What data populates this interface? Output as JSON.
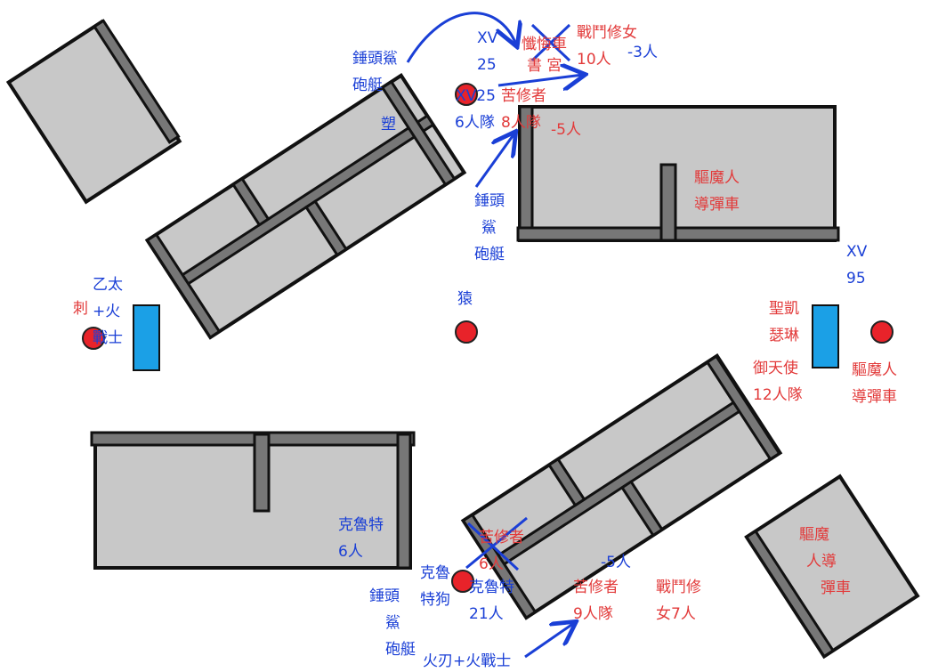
{
  "colors": {
    "imperial_blue": "#1a3fd6",
    "enemy_red": "#e23a3a",
    "ruin_fill": "#c8c8c8",
    "ruin_wall": "#666666",
    "objective": "#e8232a",
    "deployment_zone": "#1ba0e6"
  },
  "labels": {
    "xv_top": [
      "XV",
      "25"
    ],
    "hammerhead_top": [
      "錘頭鯊",
      "砲艇"
    ],
    "plastic": "塑",
    "xv25": "XV25",
    "six_teams": "6人隊",
    "hammerhead_mid": [
      "錘頭",
      "鯊",
      "砲艇"
    ],
    "ethereal": [
      "乙太",
      "+火",
      "戰士"
    ],
    "ape": "猿",
    "xv95": [
      "XV",
      "95"
    ],
    "kroot_carnivore": [
      "克魯特",
      "6人"
    ],
    "kroot_hound": [
      "克魯",
      "特狗"
    ],
    "kroot_21": [
      "克魯特",
      "21人"
    ],
    "hammerhead_bottom": [
      "錘頭",
      "鯊",
      "砲艇"
    ],
    "fireblade": "火刃+火戰士",
    "repentia_crossed": "懺悔車",
    "battle_sisters_10": [
      "戰鬥修女",
      "10人"
    ],
    "minus3": "-3人",
    "library": "書 宮",
    "repentia_8": [
      "苦修者",
      "8人隊"
    ],
    "minus5_top": "-5人",
    "exorcist_top": [
      "驅魔人",
      "導彈車"
    ],
    "assassin": "刺",
    "celestine": [
      "聖凱",
      "瑟琳"
    ],
    "seraphim": [
      "御天使",
      "12人隊"
    ],
    "exorcist_right": [
      "驅魔人",
      "導彈車"
    ],
    "repentia_crossed_bottom": [
      "苦修者",
      "6人"
    ],
    "minus5_bottom": "-5人",
    "repentia_9": [
      "苦修者",
      "9人隊"
    ],
    "battle_sisters_7": [
      "戰鬥修",
      "女7人"
    ],
    "exorcist_bottom": [
      "驅魔",
      "人導",
      "彈車"
    ]
  }
}
